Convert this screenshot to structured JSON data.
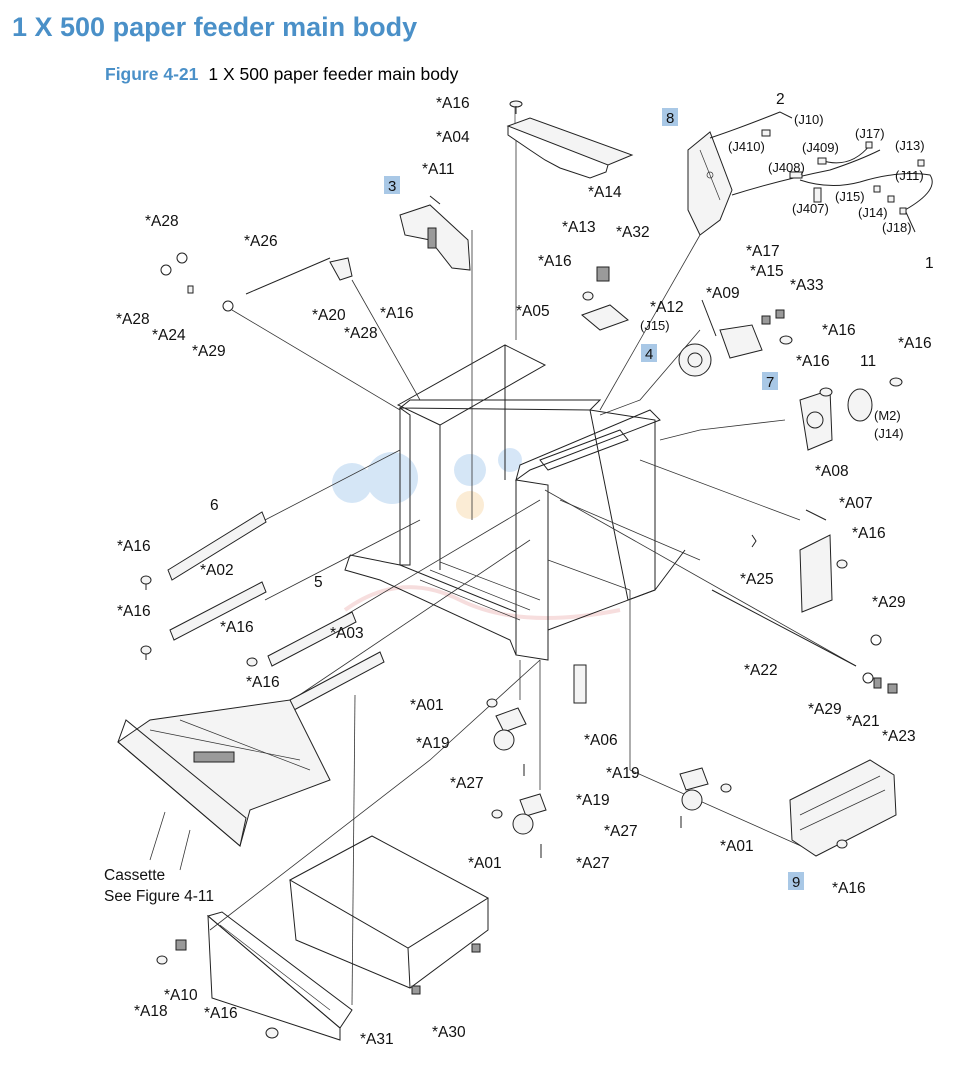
{
  "heading": "1 X 500 paper feeder main body",
  "figure": {
    "number": "Figure 4-21",
    "title": "1 X 500 paper feeder main body"
  },
  "labels": {
    "A16_top": "*A16",
    "A04": "*A04",
    "A11": "*A11",
    "n3": "3",
    "A28_a": "*A28",
    "A26": "*A26",
    "A28_b": "*A28",
    "A24": "*A24",
    "A29_a": "*A29",
    "A20": "*A20",
    "A28_c": "*A28",
    "A16_b": "*A16",
    "A13": "*A13",
    "A16_c": "*A16",
    "A05": "*A05",
    "n8": "8",
    "n2": "2",
    "J10": "(J10)",
    "J410": "(J410)",
    "J409": "(J409)",
    "J17": "(J17)",
    "J13": "(J13)",
    "J408": "(J408)",
    "J11": "(J11)",
    "A14": "*A14",
    "J15_a": "(J15)",
    "J14_a": "(J14)",
    "J407": "(J407)",
    "J18": "(J18)",
    "A32": "*A32",
    "A17": "*A17",
    "n1": "1",
    "A15": "*A15",
    "A33": "*A33",
    "A12": "*A12",
    "A09": "*A09",
    "J15_b": "(J15)",
    "A16_d": "*A16",
    "n4": "4",
    "A16_e": "*A16",
    "n11": "11",
    "A16_f": "*A16",
    "n7": "7",
    "M2": "(M2)",
    "J14_b": "(J14)",
    "A08": "*A08",
    "A07": "*A07",
    "n6": "6",
    "A16_g": "*A16",
    "A16_h": "*A16",
    "A02": "*A02",
    "A25": "*A25",
    "A16_i": "*A16",
    "n5": "5",
    "A16_j": "*A16",
    "A03": "*A03",
    "A29_b": "*A29",
    "A22": "*A22",
    "A16_k": "*A16",
    "A29_c": "*A29",
    "A21": "*A21",
    "A23": "*A23",
    "A01_a": "*A01",
    "A06": "*A06",
    "A19_a": "*A19",
    "A27_a": "*A27",
    "A19_b": "*A19",
    "A19_c": "*A19",
    "A27_b": "*A27",
    "A01_b": "*A01",
    "A01_c": "*A01",
    "A27_c": "*A27",
    "n9": "9",
    "A16_l": "*A16",
    "cassette_1": "Cassette",
    "cassette_2": "See Figure 4-11",
    "A10": "*A10",
    "A18": "*A18",
    "A16_m": "*A16",
    "A31": "*A31",
    "A30": "*A30"
  },
  "colors": {
    "accent": "#4a90c8",
    "callout_box": "#a9c8e6"
  }
}
